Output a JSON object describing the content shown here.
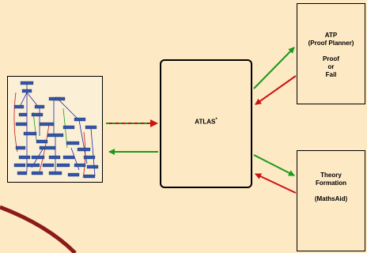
{
  "atp": {
    "line1": "ATP",
    "line2": "(Proof Planner)",
    "line3": "Proof",
    "line4": "or",
    "line5": "Fail"
  },
  "atlas": {
    "label": "ATLAS",
    "superscript": "*"
  },
  "theory": {
    "line1": "Theory",
    "line2": "Formation",
    "line3": "(MathsAid)"
  },
  "colors": {
    "background": "#fde9c4",
    "forward_arrow": "#1a9a1a",
    "backward_arrow": "#cc1111",
    "curve": "#8b1a1a"
  }
}
